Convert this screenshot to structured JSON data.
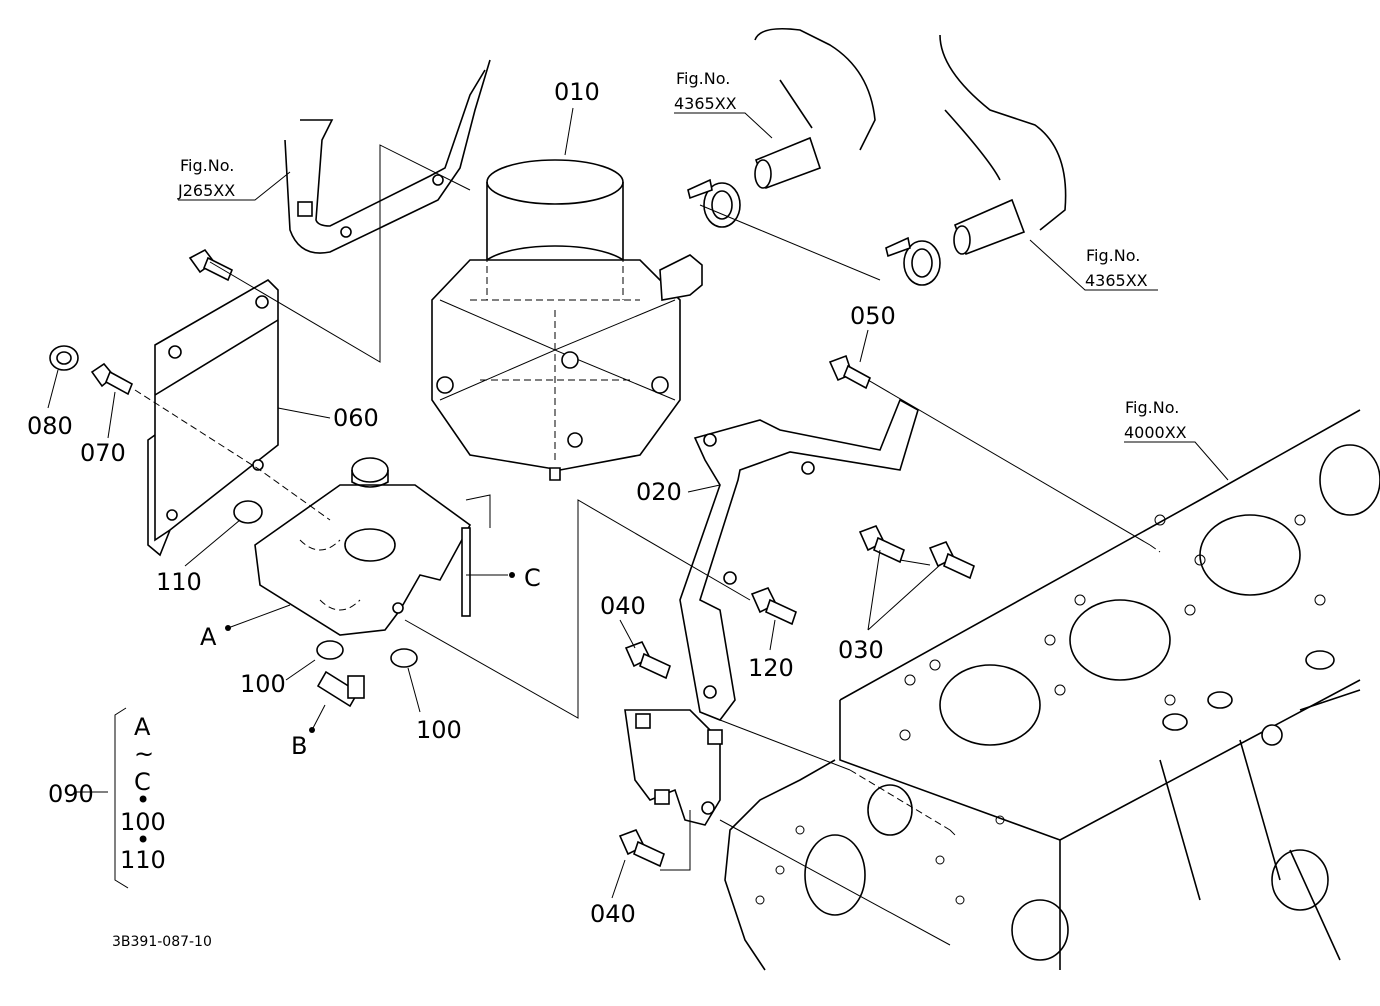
{
  "part_labels": {
    "p010": "010",
    "p020": "020",
    "p030": "030",
    "p040a": "040",
    "p040b": "040",
    "p050": "050",
    "p060": "060",
    "p070": "070",
    "p080": "080",
    "p090": "090",
    "p100a": "100",
    "p100b": "100",
    "p110": "110",
    "p120": "120"
  },
  "callouts": {
    "a": "A",
    "b": "B",
    "c": "C"
  },
  "fig_refs": {
    "j265": {
      "title": "Fig.No.",
      "number": "J265XX"
    },
    "r4365a": {
      "title": "Fig.No.",
      "number": "4365XX"
    },
    "r4365b": {
      "title": "Fig.No.",
      "number": "4365XX"
    },
    "r4000": {
      "title": "Fig.No.",
      "number": "4000XX"
    }
  },
  "kit_contents": [
    "A",
    "~",
    "C",
    "•",
    "100",
    "•",
    "110"
  ],
  "drawing_code": "3B391-087-10"
}
